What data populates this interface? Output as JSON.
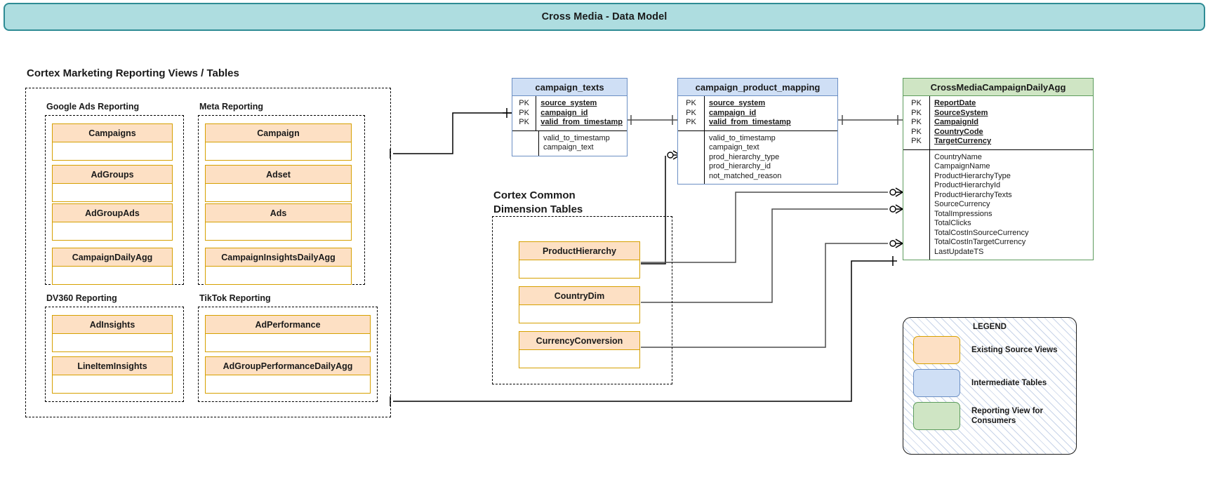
{
  "title": {
    "text": "Cross Media - Data Model"
  },
  "sections": {
    "left_title": "Cortex Marketing Reporting Views / Tables",
    "common_dim_title_line1": "Cortex Common",
    "common_dim_title_line2": "Dimension Tables"
  },
  "groups": [
    {
      "name": "Google Ads Reporting",
      "tables": [
        "Campaigns",
        "AdGroups",
        "AdGroupAds",
        "CampaignDailyAgg"
      ]
    },
    {
      "name": "Meta Reporting",
      "tables": [
        "Campaign",
        "Adset",
        "Ads",
        "CampaignInsightsDailyAgg"
      ]
    },
    {
      "name": "DV360 Reporting",
      "tables": [
        "AdInsights",
        "LineItemInsights"
      ]
    },
    {
      "name": "TikTok Reporting",
      "tables": [
        "AdPerformance",
        "AdGroupPerformanceDailyAgg"
      ]
    }
  ],
  "dimension_tables": [
    "ProductHierarchy",
    "CountryDim",
    "CurrencyConversion"
  ],
  "er_tables": [
    {
      "name": "campaign_texts",
      "style": "intermediate",
      "pk_marks": [
        "PK",
        "PK",
        "PK"
      ],
      "pk_fields": [
        "source_system",
        "campaign_id",
        "valid_from_timestamp"
      ],
      "fields": [
        "valid_to_timestamp",
        "campaign_text"
      ]
    },
    {
      "name": "campaign_product_mapping",
      "style": "intermediate",
      "pk_marks": [
        "PK",
        "PK",
        "PK"
      ],
      "pk_fields": [
        "source_system",
        "campaign_id",
        "valid_from_timestamp"
      ],
      "fields": [
        "valid_to_timestamp",
        "campaign_text",
        "prod_hierarchy_type",
        "prod_hierarchy_id",
        "not_matched_reason"
      ]
    },
    {
      "name": "CrossMediaCampaignDailyAgg",
      "style": "reporting",
      "pk_marks": [
        "PK",
        "PK",
        "PK",
        "PK",
        "PK"
      ],
      "pk_fields": [
        "ReportDate",
        "SourceSystem",
        "CampaignId",
        "CountryCode",
        "TargetCurrency"
      ],
      "fields": [
        "CountryName",
        "CampaignName",
        "ProductHierarchyType",
        "ProductHierarchyId",
        "ProductHierarchyTexts",
        "SourceCurrency",
        "TotalImpressions",
        "TotalClicks",
        "TotalCostInSourceCurrency",
        "TotalCostInTargetCurrency",
        "LastUpdateTS"
      ]
    }
  ],
  "legend": {
    "title": "LEGEND",
    "items": [
      {
        "label": "Existing Source Views",
        "color": "#fde0c4",
        "border": "#d6a000"
      },
      {
        "label": "Intermediate Tables",
        "color": "#cfdff5",
        "border": "#6b8fc4"
      },
      {
        "label": "Reporting View for Consumers",
        "color": "#cfe5c4",
        "border": "#5d9c5d"
      }
    ]
  },
  "colors": {
    "banner_bg": "#aedde0",
    "banner_border": "#2e8b94",
    "source_fill": "#fde0c4",
    "source_border": "#d6a000",
    "intermediate_fill": "#cfdff5",
    "intermediate_border": "#6b8fc4",
    "reporting_fill": "#cfe5c4",
    "reporting_border": "#5d9c5d"
  }
}
